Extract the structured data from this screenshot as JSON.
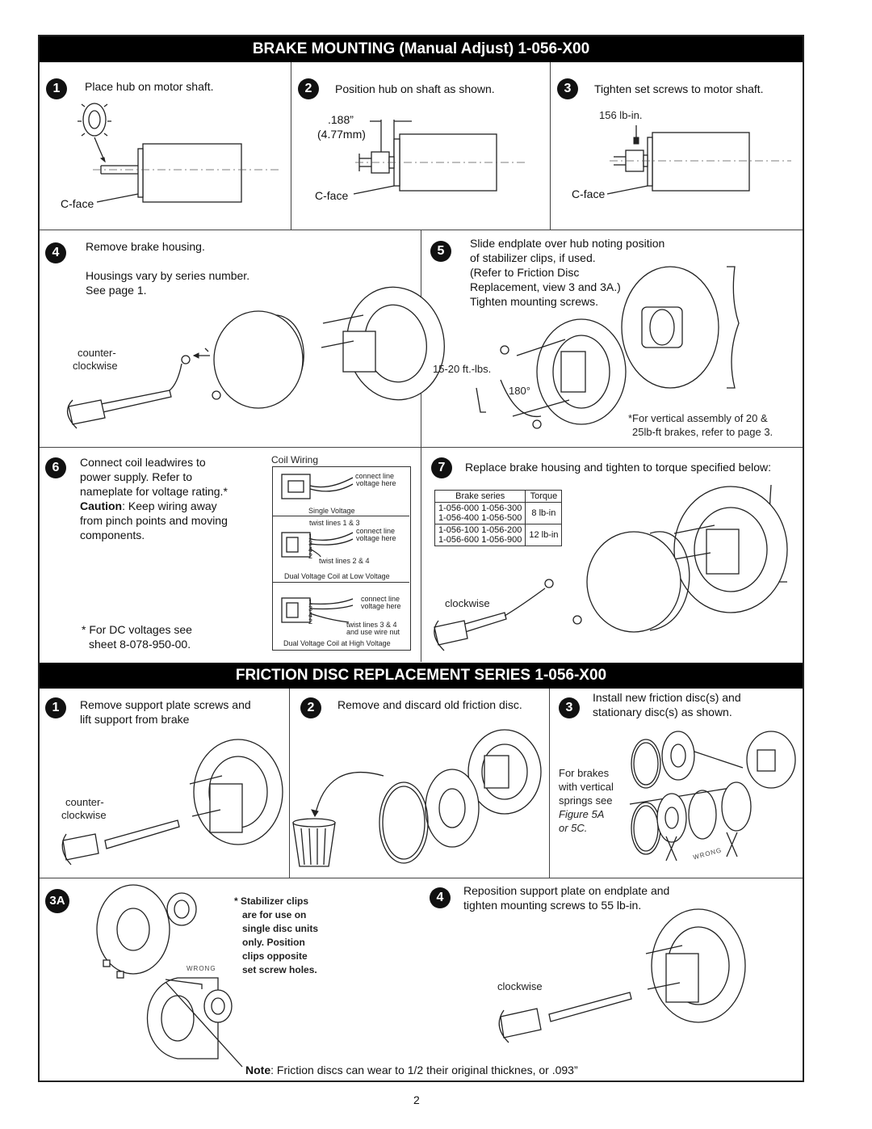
{
  "sections": {
    "mounting_title": "BRAKE MOUNTING (Manual Adjust) 1-056-X00",
    "friction_title": "FRICTION DISC REPLACEMENT SERIES 1-056-X00"
  },
  "mounting": {
    "step1": {
      "num": "1",
      "text": "Place hub on motor shaft.",
      "cface": "C-face"
    },
    "step2": {
      "num": "2",
      "text": "Position hub on shaft as shown.",
      "dim1": ".188”",
      "dim2": "(4.77mm)",
      "cface": "C-face"
    },
    "step3": {
      "num": "3",
      "text": "Tighten set screws to motor shaft.",
      "torque": "156 lb-in.",
      "cface": "C-face"
    },
    "step4": {
      "num": "4",
      "line1": "Remove brake housing.",
      "line2": "Housings vary by series number.",
      "line3": "See page 1.",
      "rotation": "counter-",
      "rotation2": "clockwise"
    },
    "step5": {
      "num": "5",
      "line1": "Slide endplate over hub noting position",
      "line2": "of stabilizer clips, if used.",
      "line3": "(Refer to Friction Disc",
      "line4": "Replacement, view 3 and 3A.)",
      "line5": "Tighten mounting screws.",
      "torque": "15-20 ft.-lbs.",
      "angle": "180°",
      "note1": "*For vertical assembly of 20 &",
      "note2": "25lb-ft brakes, refer to page 3."
    },
    "step6": {
      "num": "6",
      "line1": "Connect coil leadwires to",
      "line2": "power supply. Refer to",
      "line3": "nameplate for voltage rating.*",
      "caution_label": "Caution",
      "caution_text": ": Keep wiring away",
      "line5": "from pinch points and moving",
      "line6": "components.",
      "dc1": "* For DC voltages see",
      "dc2": "sheet 8-078-950-00."
    },
    "coil": {
      "title": "Coil Wiring",
      "connect1": "connect line",
      "connect2": "voltage here",
      "single": "Single Voltage",
      "twist13": "twist lines 1 & 3",
      "twist24": "twist lines 2 & 4",
      "low": "Dual Voltage Coil at Low Voltage",
      "twist34": "twist lines 3 & 4",
      "wirenut": "and use wire nut",
      "high": "Dual Voltage Coil at High Voltage",
      "t1": "1",
      "t3": "3",
      "t4": "4",
      "t2": "2"
    },
    "step7": {
      "num": "7",
      "text": "Replace brake housing and tighten to torque specified below:",
      "rotation": "clockwise"
    },
    "torque_table": {
      "headers": [
        "Brake series",
        "Torque"
      ],
      "rows": [
        {
          "series": [
            "1-056-000  1-056-300",
            "1-056-400  1-056-500"
          ],
          "torque": "8 lb-in"
        },
        {
          "series": [
            "1-056-100  1-056-200",
            "1-056-600  1-056-900"
          ],
          "torque": "12 lb-in"
        }
      ]
    }
  },
  "friction": {
    "step1": {
      "num": "1",
      "line1": "Remove support plate screws and",
      "line2": "lift support from brake",
      "rotation": "counter-",
      "rotation2": "clockwise"
    },
    "step2": {
      "num": "2",
      "text": "Remove and discard old friction disc."
    },
    "step3": {
      "num": "3",
      "line1": "Install new friction disc(s) and",
      "line2": "stationary disc(s) as shown.",
      "note1": "For brakes",
      "note2": "with vertical",
      "note3": "springs see",
      "note4": "Figure 5A",
      "note5": "or 5C.",
      "wrong": "WRONG"
    },
    "step3a": {
      "num": "3A",
      "l1": "* Stabilizer clips",
      "l2": "are for use on",
      "l3": "single disc units",
      "l4": "only. Position",
      "l5": "clips opposite",
      "l6": "set screw holes.",
      "wrong": "WRONG"
    },
    "step4": {
      "num": "4",
      "line1": "Reposition support plate on endplate and",
      "line2": "tighten mounting screws to 55 lb-in.",
      "rotation": "clockwise"
    },
    "note_label": "Note",
    "note_text": ": Friction discs can wear to 1/2 their original thicknes, or .093”"
  },
  "page_number": "2"
}
